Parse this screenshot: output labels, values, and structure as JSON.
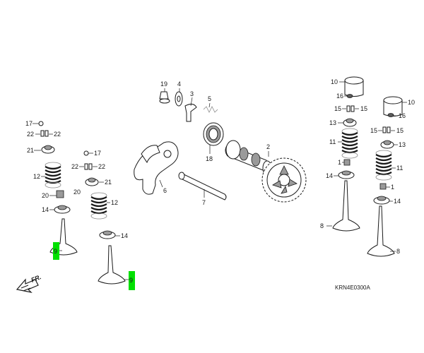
{
  "diagram": {
    "drawing_code": "KRN4E0300A",
    "front_marker": "FR.",
    "highlight_color": "#00e000",
    "callouts": {
      "c1": "1",
      "c2": "2",
      "c4": "4",
      "c5": "5",
      "c6": "6",
      "c7": "7",
      "c8a": "8",
      "c8b": "8",
      "c9a": "9",
      "c9b": "9",
      "c10a": "10",
      "c10b": "10",
      "c11a": "11",
      "c11b": "11",
      "c12a": "12",
      "c12b": "12",
      "c13a": "13",
      "c13b": "13",
      "c14a": "14",
      "c14b": "14",
      "c14c": "14",
      "c14d": "14",
      "c15a": "15",
      "c15b": "15",
      "c15c": "15",
      "c15d": "15",
      "c16a": "16",
      "c16b": "16",
      "c17a": "17",
      "c17b": "17",
      "c18": "18",
      "c19": "19",
      "c20a": "20",
      "c20b": "20",
      "c21a": "21",
      "c21b": "21",
      "c22a": "22",
      "c22b": "22",
      "c22c": "22",
      "c22d": "22"
    }
  }
}
